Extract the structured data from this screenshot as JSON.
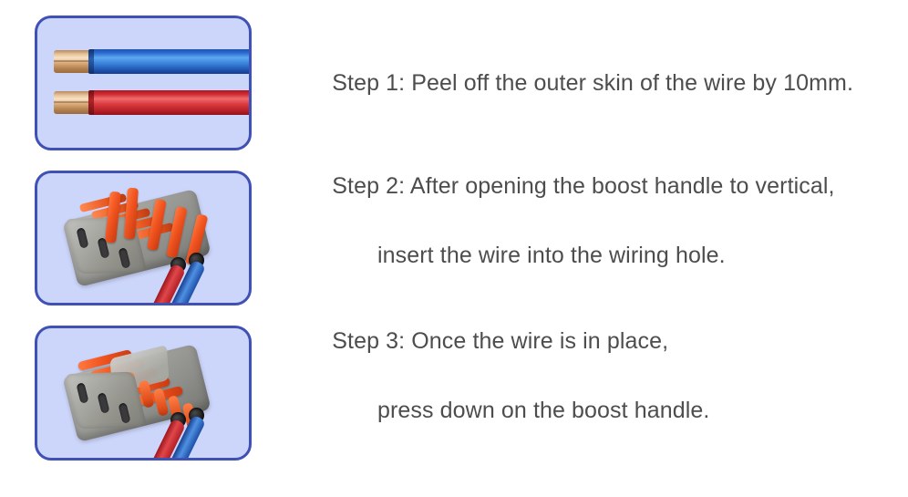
{
  "document": {
    "title": "Wire Connector Installation Steps",
    "background_color": "#ffffff",
    "text_color": "#4d4d4d",
    "panel_background": "#ccd5fa",
    "panel_border_color": "#3f51b5",
    "accent_orange": "#e8561f",
    "connector_gray": "#9a9a96"
  },
  "steps": [
    {
      "id": "step-1",
      "line_1": "Step 1: Peel off the outer skin of the wire by 10mm.",
      "line_2": "",
      "illustration": {
        "name": "stripped-wires-illustration",
        "description": "Blue and red insulated wires with copper conductors exposed",
        "wires": [
          {
            "name": "blue-wire",
            "color": "#2d6fd1",
            "conductor": "copper"
          },
          {
            "name": "red-wire",
            "color": "#d02c32",
            "conductor": "copper"
          }
        ]
      }
    },
    {
      "id": "step-2",
      "line_1": "Step 2: After opening the boost handle to vertical,",
      "line_2": "insert the wire into the wiring hole.",
      "illustration": {
        "name": "connector-levers-open-illustration",
        "description": "Gray lever connector with orange boost handles raised vertical, red and blue wires below",
        "lever_count": 5,
        "lever_state": "open",
        "port_count": 2
      }
    },
    {
      "id": "step-3",
      "line_1": "Step 3: Once the wire is in place,",
      "line_2": "press down on the boost handle.",
      "illustration": {
        "name": "connector-levers-closed-illustration",
        "description": "Gray lever connector with orange boost handles pressed down flat, red and blue wires inserted",
        "lever_count": 5,
        "lever_state": "closed",
        "port_count": 2
      }
    }
  ]
}
